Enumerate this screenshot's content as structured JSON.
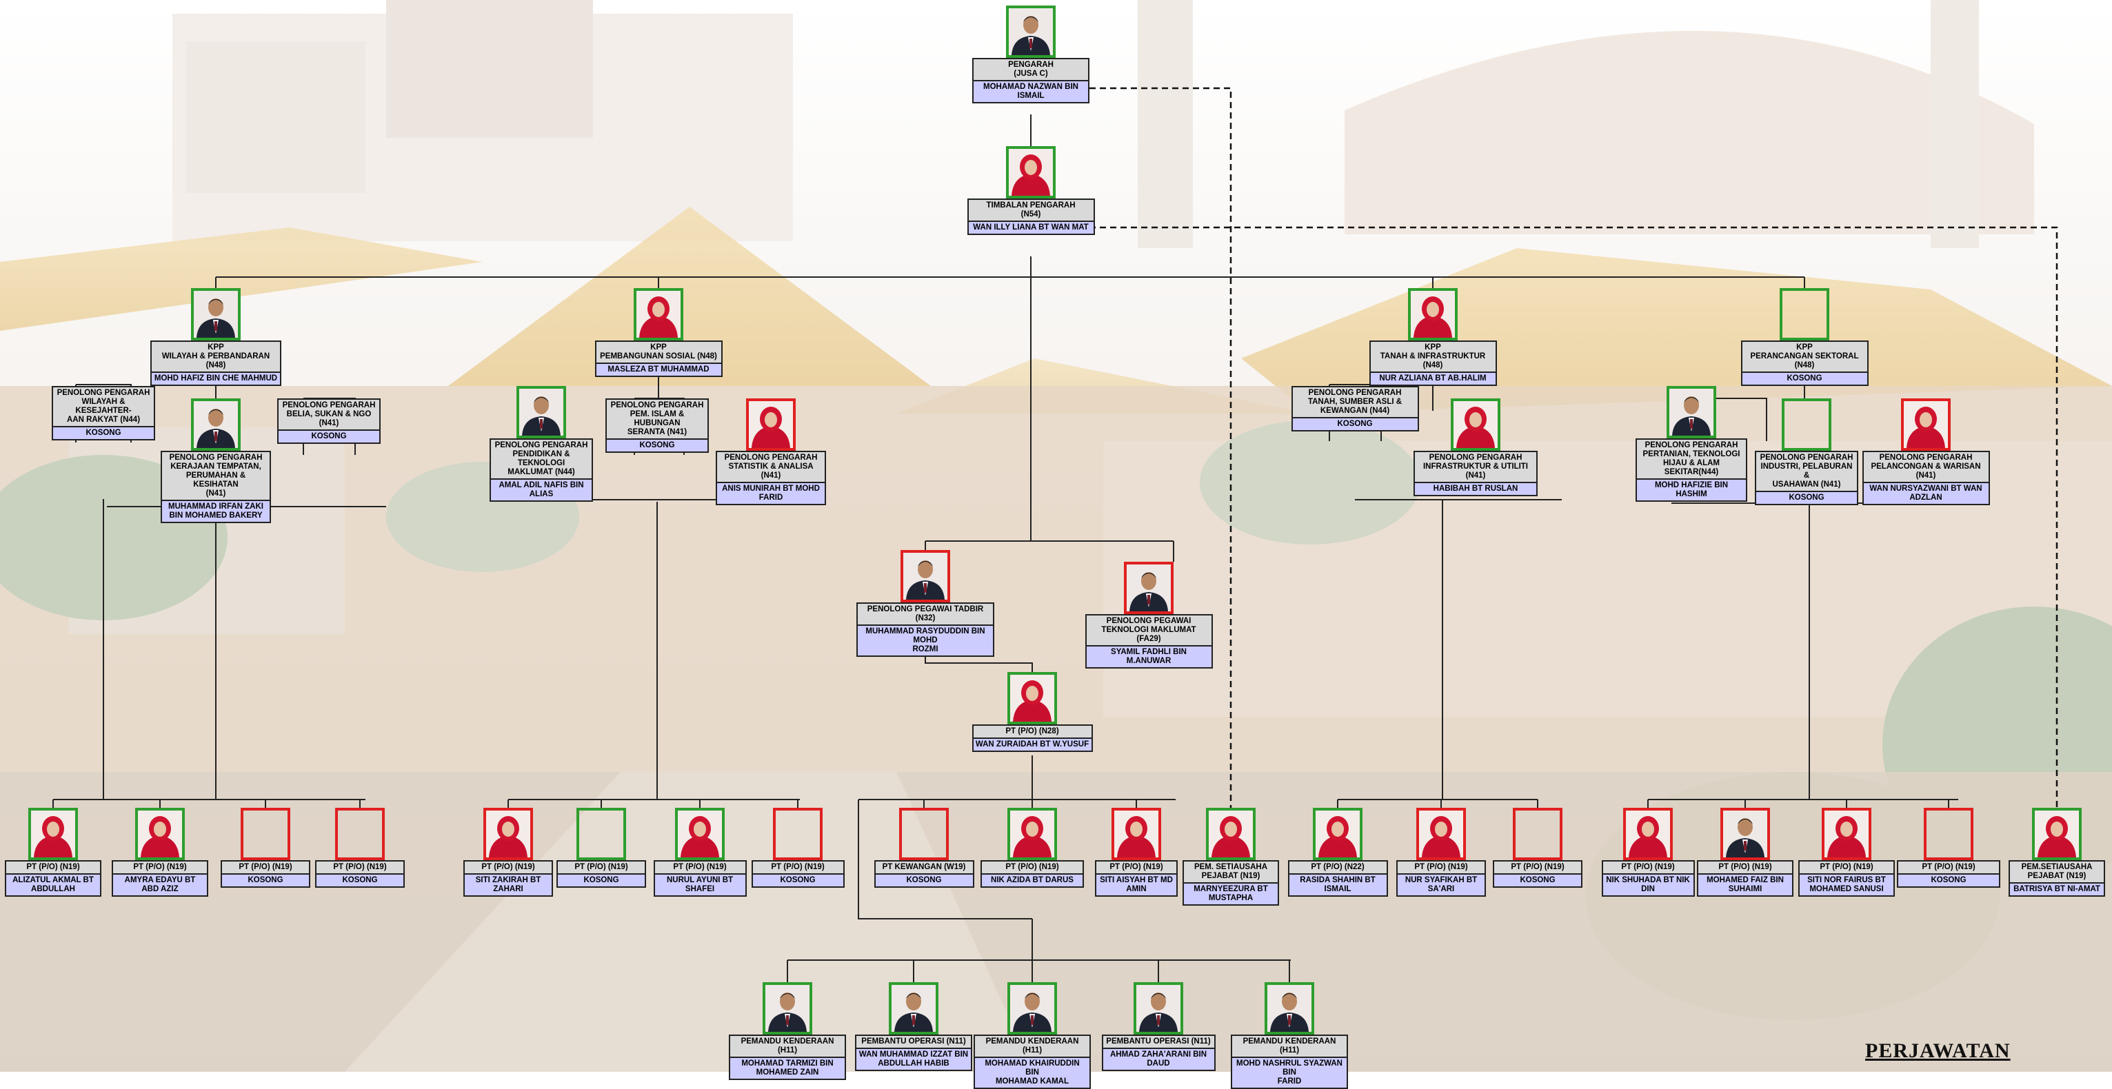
{
  "caption": "PERJAWATAN",
  "colors": {
    "vacant_border": "#e02020",
    "filled_border": "#2e9e2e",
    "title_bg": "#d9d9d9",
    "name_bg": "#ccccff"
  },
  "nodes": [
    {
      "id": "pengarah",
      "title": "PENGARAH\n(JUSA C)",
      "name": "MOHAMAD NAZWAN BIN\nISMAIL",
      "photo": "male",
      "border": "green"
    },
    {
      "id": "timbalan",
      "title": "TIMBALAN PENGARAH\n(N54)",
      "name": "WAN ILLY LIANA BT WAN MAT",
      "photo": "female",
      "border": "green"
    },
    {
      "id": "kpp-wilayah",
      "title": "KPP\nWILAYAH & PERBANDARAN (N48)",
      "name": "MOHD HAFIZ BIN CHE MAHMUD",
      "photo": "male",
      "border": "green"
    },
    {
      "id": "kpp-sosial",
      "title": "KPP\nPEMBANGUNAN SOSIAL (N48)",
      "name": "MASLEZA BT MUHAMMAD",
      "photo": "female",
      "border": "green"
    },
    {
      "id": "kpp-tanah",
      "title": "KPP\nTANAH & INFRASTRUKTUR (N48)",
      "name": "NUR AZLIANA BT AB.HALIM",
      "photo": "female",
      "border": "green"
    },
    {
      "id": "kpp-sektoral",
      "title": "KPP\nPERANCANGAN SEKTORAL (N48)",
      "name": "KOSONG",
      "photo": "none",
      "border": "green"
    },
    {
      "id": "pp-wilayah",
      "title": "PENOLONG PENGARAH\nWILAYAH & KESEJAHTER-\nAAN RAKYAT (N44)",
      "name": "KOSONG",
      "photo": "hidden",
      "border": "none"
    },
    {
      "id": "pp-kerajaan",
      "title": "PENOLONG PENGARAH\nKERAJAAN TEMPATAN,\nPERUMAHAN & KESIHATAN\n(N41)",
      "name": "MUHAMMAD IRFAN ZAKI\nBIN MOHAMED BAKERY",
      "photo": "male",
      "border": "green"
    },
    {
      "id": "pp-belia",
      "title": "PENOLONG PENGARAH\nBELIA, SUKAN & NGO (N41)",
      "name": "KOSONG",
      "photo": "hidden",
      "border": "none"
    },
    {
      "id": "pp-pendidikan",
      "title": "PENOLONG PENGARAH\nPENDIDIKAN & TEKNOLOGI\nMAKLUMAT (N44)",
      "name": "AMAL ADIL NAFIS BIN\nALIAS",
      "photo": "male",
      "border": "green"
    },
    {
      "id": "pp-islam",
      "title": "PENOLONG PENGARAH\nPEM. ISLAM & HUBUNGAN\nSERANTA (N41)",
      "name": "KOSONG",
      "photo": "hidden",
      "border": "none"
    },
    {
      "id": "pp-statistik",
      "title": "PENOLONG PENGARAH\nSTATISTIK & ANALISA (N41)",
      "name": "ANIS MUNIRAH BT MOHD\nFARID",
      "photo": "female",
      "border": "red"
    },
    {
      "id": "pp-tanah",
      "title": "PENOLONG PENGARAH\nTANAH, SUMBER ASLI &\nKEWANGAN (N44)",
      "name": "KOSONG",
      "photo": "hidden",
      "border": "none"
    },
    {
      "id": "pp-infra",
      "title": "PENOLONG PENGARAH\nINFRASTRUKTUR & UTILITI (N41)",
      "name": "HABIBAH BT RUSLAN",
      "photo": "female",
      "border": "green"
    },
    {
      "id": "pp-pertanian",
      "title": "PENOLONG PENGARAH\nPERTANIAN, TEKNOLOGI\nHIJAU & ALAM SEKITAR(N44)",
      "name": "MOHD HAFIZIE BIN HASHIM",
      "photo": "male",
      "border": "green"
    },
    {
      "id": "pp-industri",
      "title": "PENOLONG PENGARAH\nINDUSTRI, PELABURAN &\nUSAHAWAN (N41)",
      "name": "KOSONG",
      "photo": "none",
      "border": "green"
    },
    {
      "id": "pp-pelancongan",
      "title": "PENOLONG PENGARAH\nPELANCONGAN & WARISAN (N41)",
      "name": "WAN NURSYAZWANI BT WAN\nADZLAN",
      "photo": "female",
      "border": "red"
    },
    {
      "id": "ppt",
      "title": "PENOLONG PEGAWAI TADBIR (N32)",
      "name": "MUHAMMAD RASYDUDDIN BIN MOHD\nROZMI",
      "photo": "male",
      "border": "red"
    },
    {
      "id": "ppti",
      "title": "PENOLONG PEGAWAI\nTEKNOLOGI MAKLUMAT (FA29)",
      "name": "SYAMIL FADHLI BIN M.ANUWAR",
      "photo": "male",
      "border": "red"
    },
    {
      "id": "pt-n28",
      "title": "PT (P/O) (N28)",
      "name": "WAN ZURAIDAH BT W.YUSUF",
      "photo": "female",
      "border": "green"
    },
    {
      "id": "s1",
      "title": "PT (P/O) (N19)",
      "name": "ALIZATUL AKMAL BT\nABDULLAH",
      "photo": "female",
      "border": "green"
    },
    {
      "id": "s2",
      "title": "PT (P/O) (N19)",
      "name": "AMYRA EDAYU BT ABD AZIZ",
      "photo": "female",
      "border": "green"
    },
    {
      "id": "s3",
      "title": "PT (P/O) (N19)",
      "name": "KOSONG",
      "photo": "none",
      "border": "red"
    },
    {
      "id": "s4",
      "title": "PT (P/O) (N19)",
      "name": "KOSONG",
      "photo": "none",
      "border": "red"
    },
    {
      "id": "s5",
      "title": "PT (P/O) (N19)",
      "name": "SITI ZAKIRAH BT\nZAHARI",
      "photo": "female",
      "border": "red"
    },
    {
      "id": "s6",
      "title": "PT (P/O) (N19)",
      "name": "KOSONG",
      "photo": "none",
      "border": "green"
    },
    {
      "id": "s7",
      "title": "PT (P/O) (N19)",
      "name": "NURUL AYUNI BT\nSHAFEI",
      "photo": "female",
      "border": "green"
    },
    {
      "id": "s8",
      "title": "PT (P/O) (N19)",
      "name": "KOSONG",
      "photo": "none",
      "border": "red"
    },
    {
      "id": "s9",
      "title": "PT KEWANGAN (W19)",
      "name": "KOSONG",
      "photo": "none",
      "border": "red"
    },
    {
      "id": "s10",
      "title": "PT (P/O) (N19)",
      "name": "NIK AZIDA BT DARUS",
      "photo": "female",
      "border": "green"
    },
    {
      "id": "s11",
      "title": "PT (P/O) (N19)",
      "name": "SITI AISYAH BT MD\nAMIN",
      "photo": "female",
      "border": "red"
    },
    {
      "id": "s12",
      "title": "PEM. SETIAUSAHA\nPEJABAT (N19)",
      "name": "MARNYEEZURA BT\nMUSTAPHA",
      "photo": "female",
      "border": "green"
    },
    {
      "id": "s13",
      "title": "PT (P/O) (N22)",
      "name": "RASIDA SHAHIN BT\nISMAIL",
      "photo": "female",
      "border": "green"
    },
    {
      "id": "s14",
      "title": "PT (P/O) (N19)",
      "name": "NUR SYAFIKAH BT\nSA'ARI",
      "photo": "female",
      "border": "red"
    },
    {
      "id": "s15",
      "title": "PT (P/O) (N19)",
      "name": "KOSONG",
      "photo": "none",
      "border": "red"
    },
    {
      "id": "s16",
      "title": "PT (P/O) (N19)",
      "name": "NIK SHUHADA BT NIK\nDIN",
      "photo": "female",
      "border": "red"
    },
    {
      "id": "s17",
      "title": "PT (P/O) (N19)",
      "name": "MOHAMED FAIZ BIN\nSUHAIMI",
      "photo": "male",
      "border": "red"
    },
    {
      "id": "s18",
      "title": "PT (P/O) (N19)",
      "name": "SITI NOR FAIRUS BT\nMOHAMED SANUSI",
      "photo": "female",
      "border": "red"
    },
    {
      "id": "s19",
      "title": "PT (P/O) (N19)",
      "name": "KOSONG",
      "photo": "none",
      "border": "red"
    },
    {
      "id": "s20",
      "title": "PEM.SETIAUSAHA\nPEJABAT (N19)",
      "name": "BATRISYA BT NI-AMAT",
      "photo": "female",
      "border": "green"
    },
    {
      "id": "d1",
      "title": "PEMANDU KENDERAAN (H11)",
      "name": "MOHAMAD TARMIZI BIN\nMOHAMED ZAIN",
      "photo": "male",
      "border": "green"
    },
    {
      "id": "d2",
      "title": "PEMBANTU OPERASI (N11)",
      "name": "WAN MUHAMMAD IZZAT BIN\nABDULLAH HABIB",
      "photo": "male",
      "border": "green"
    },
    {
      "id": "d3",
      "title": "PEMANDU KENDERAAN (H11)",
      "name": "MOHAMAD KHAIRUDDIN BIN\nMOHAMAD KAMAL",
      "photo": "male",
      "border": "green"
    },
    {
      "id": "d4",
      "title": "PEMBANTU OPERASI (N11)",
      "name": "AHMAD ZAHA'ARANI BIN\nDAUD",
      "photo": "male",
      "border": "green"
    },
    {
      "id": "d5",
      "title": "PEMANDU KENDERAAN (H11)",
      "name": "MOHD NASHRUL SYAZWAN BIN\nFARID",
      "photo": "male",
      "border": "green"
    }
  ]
}
